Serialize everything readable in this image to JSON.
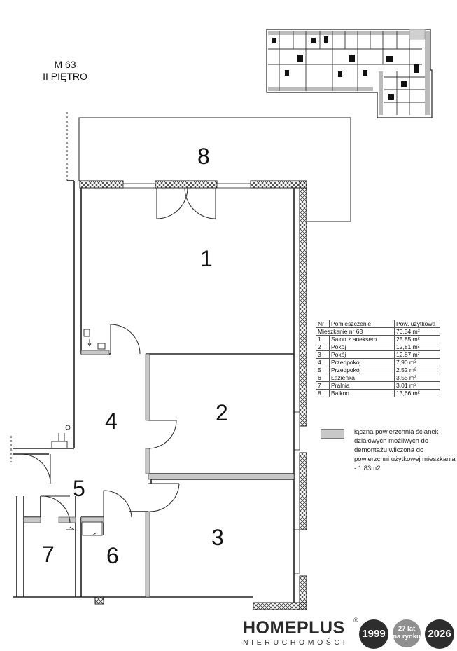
{
  "apartment": {
    "code": "M 63",
    "floor": "II PIĘTRO"
  },
  "rooms": [
    {
      "number": "1"
    },
    {
      "number": "2"
    },
    {
      "number": "3"
    },
    {
      "number": "4"
    },
    {
      "number": "5"
    },
    {
      "number": "6"
    },
    {
      "number": "7"
    },
    {
      "number": "8"
    }
  ],
  "area_table": {
    "headers": [
      "Nr",
      "Pomieszczenie",
      "Pow. użytkowa"
    ],
    "total": {
      "label": "Mieszkanie nr 63",
      "value": "70,34 m²"
    },
    "rows": [
      {
        "nr": "1",
        "name": "Salon z aneksem",
        "area": "25.85 m²"
      },
      {
        "nr": "2",
        "name": "Pokój",
        "area": "12,81 m²"
      },
      {
        "nr": "3",
        "name": "Pokój",
        "area": "12,87 m²"
      },
      {
        "nr": "4",
        "name": "Przedpokój",
        "area": "7,90 m²"
      },
      {
        "nr": "5",
        "name": "Przedpokój",
        "area": "2.52 m²"
      },
      {
        "nr": "6",
        "name": "Łazienka",
        "area": "3.55 m²"
      },
      {
        "nr": "7",
        "name": "Pralnia",
        "area": "3.01 m²"
      },
      {
        "nr": "8",
        "name": "Balkon",
        "area": "13,66 m²"
      }
    ]
  },
  "legend": {
    "text": "łączna powierzchnia ścianek działowych możliwych do demontażu wliczona do powierzchni użytkowej mieszkania - 1,83m2",
    "swatch_color": "#c8c8c8"
  },
  "branding": {
    "logo": "HOMEPLUS",
    "registered": "®",
    "subtitle": "NIERUCHOMOŚCI",
    "year_start": "1999",
    "badge_line1": "27 lat",
    "badge_line2": "na rynku",
    "year_end": "2026"
  }
}
